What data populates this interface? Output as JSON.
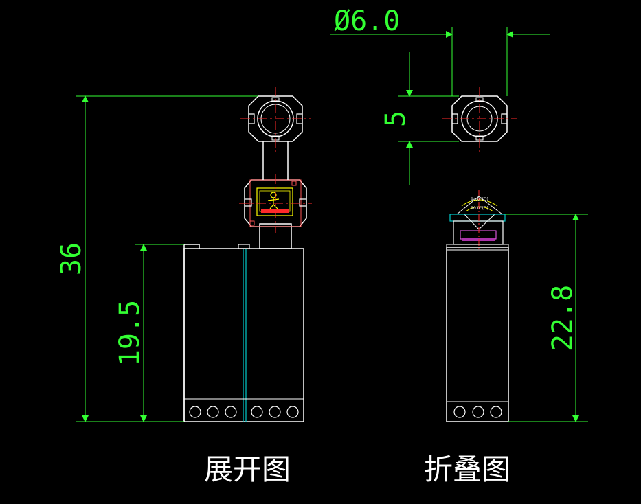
{
  "title": "",
  "dimensions": {
    "total_height": "36",
    "lower_height": "19.5",
    "diameter": "Ø6.0",
    "head_height": "5",
    "folded_height": "22.8"
  },
  "views": {
    "expanded": "展开图",
    "folded": "折叠图"
  },
  "lens_angles": {
    "upper": "94.0°(D)",
    "lower": "90.0°(D)"
  },
  "colors": {
    "background": "#000000",
    "outline": "#ffffff",
    "dimension": "#33ff33",
    "centerline": "#ff2a2a",
    "accent": "#ffff00",
    "cyan": "#00cccc"
  }
}
